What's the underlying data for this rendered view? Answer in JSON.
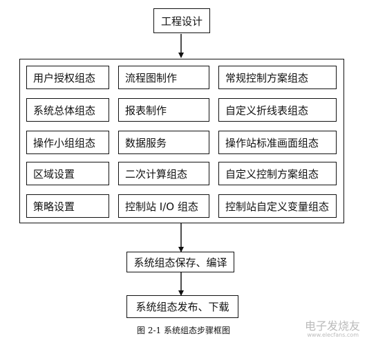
{
  "top_step": "工程设计",
  "grid": [
    [
      "用户授权组态",
      "流程图制作",
      "常规控制方案组态"
    ],
    [
      "系统总体组态",
      "报表制作",
      "自定义折线表组态"
    ],
    [
      "操作小组组态",
      "数据服务",
      "操作站标准画面组态"
    ],
    [
      "区域设置",
      "二次计算组态",
      "自定义控制方案组态"
    ],
    [
      "策略设置",
      "控制站 I/O 组态",
      "控制站自定义变量组态"
    ]
  ],
  "step_save": "系统组态保存、编译",
  "step_publish": "系统组态发布、下载",
  "caption": "图 2-1    系统组态步骤框图",
  "watermark": "电子发烧友",
  "watermark_url": "www.elecfans.com"
}
